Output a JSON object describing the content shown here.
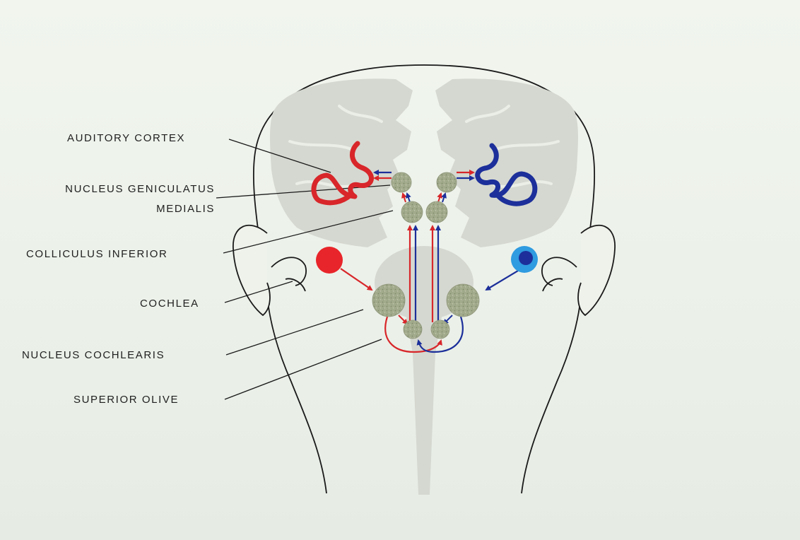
{
  "labels": {
    "auditory_cortex": "AUDITORY CORTEX",
    "ngm_line1": "NUCLEUS GENICULATUS",
    "ngm_line2": "MEDIALIS",
    "colliculus_inferior": "COLLICULUS INFERIOR",
    "cochlea": "COCHLEA",
    "nucleus_cochlearis": "NUCLEUS COCHLEARIS",
    "superior_olive": "SUPERIOR OLIVE"
  },
  "colors": {
    "left_pathway": "#d8262a",
    "right_pathway": "#1c2f9a",
    "right_cochlea_fill": "#2f9be0",
    "nucleus_fill": "#9ea788",
    "brain_tissue": "#d6d9d2",
    "outline": "#1a1a1a"
  }
}
